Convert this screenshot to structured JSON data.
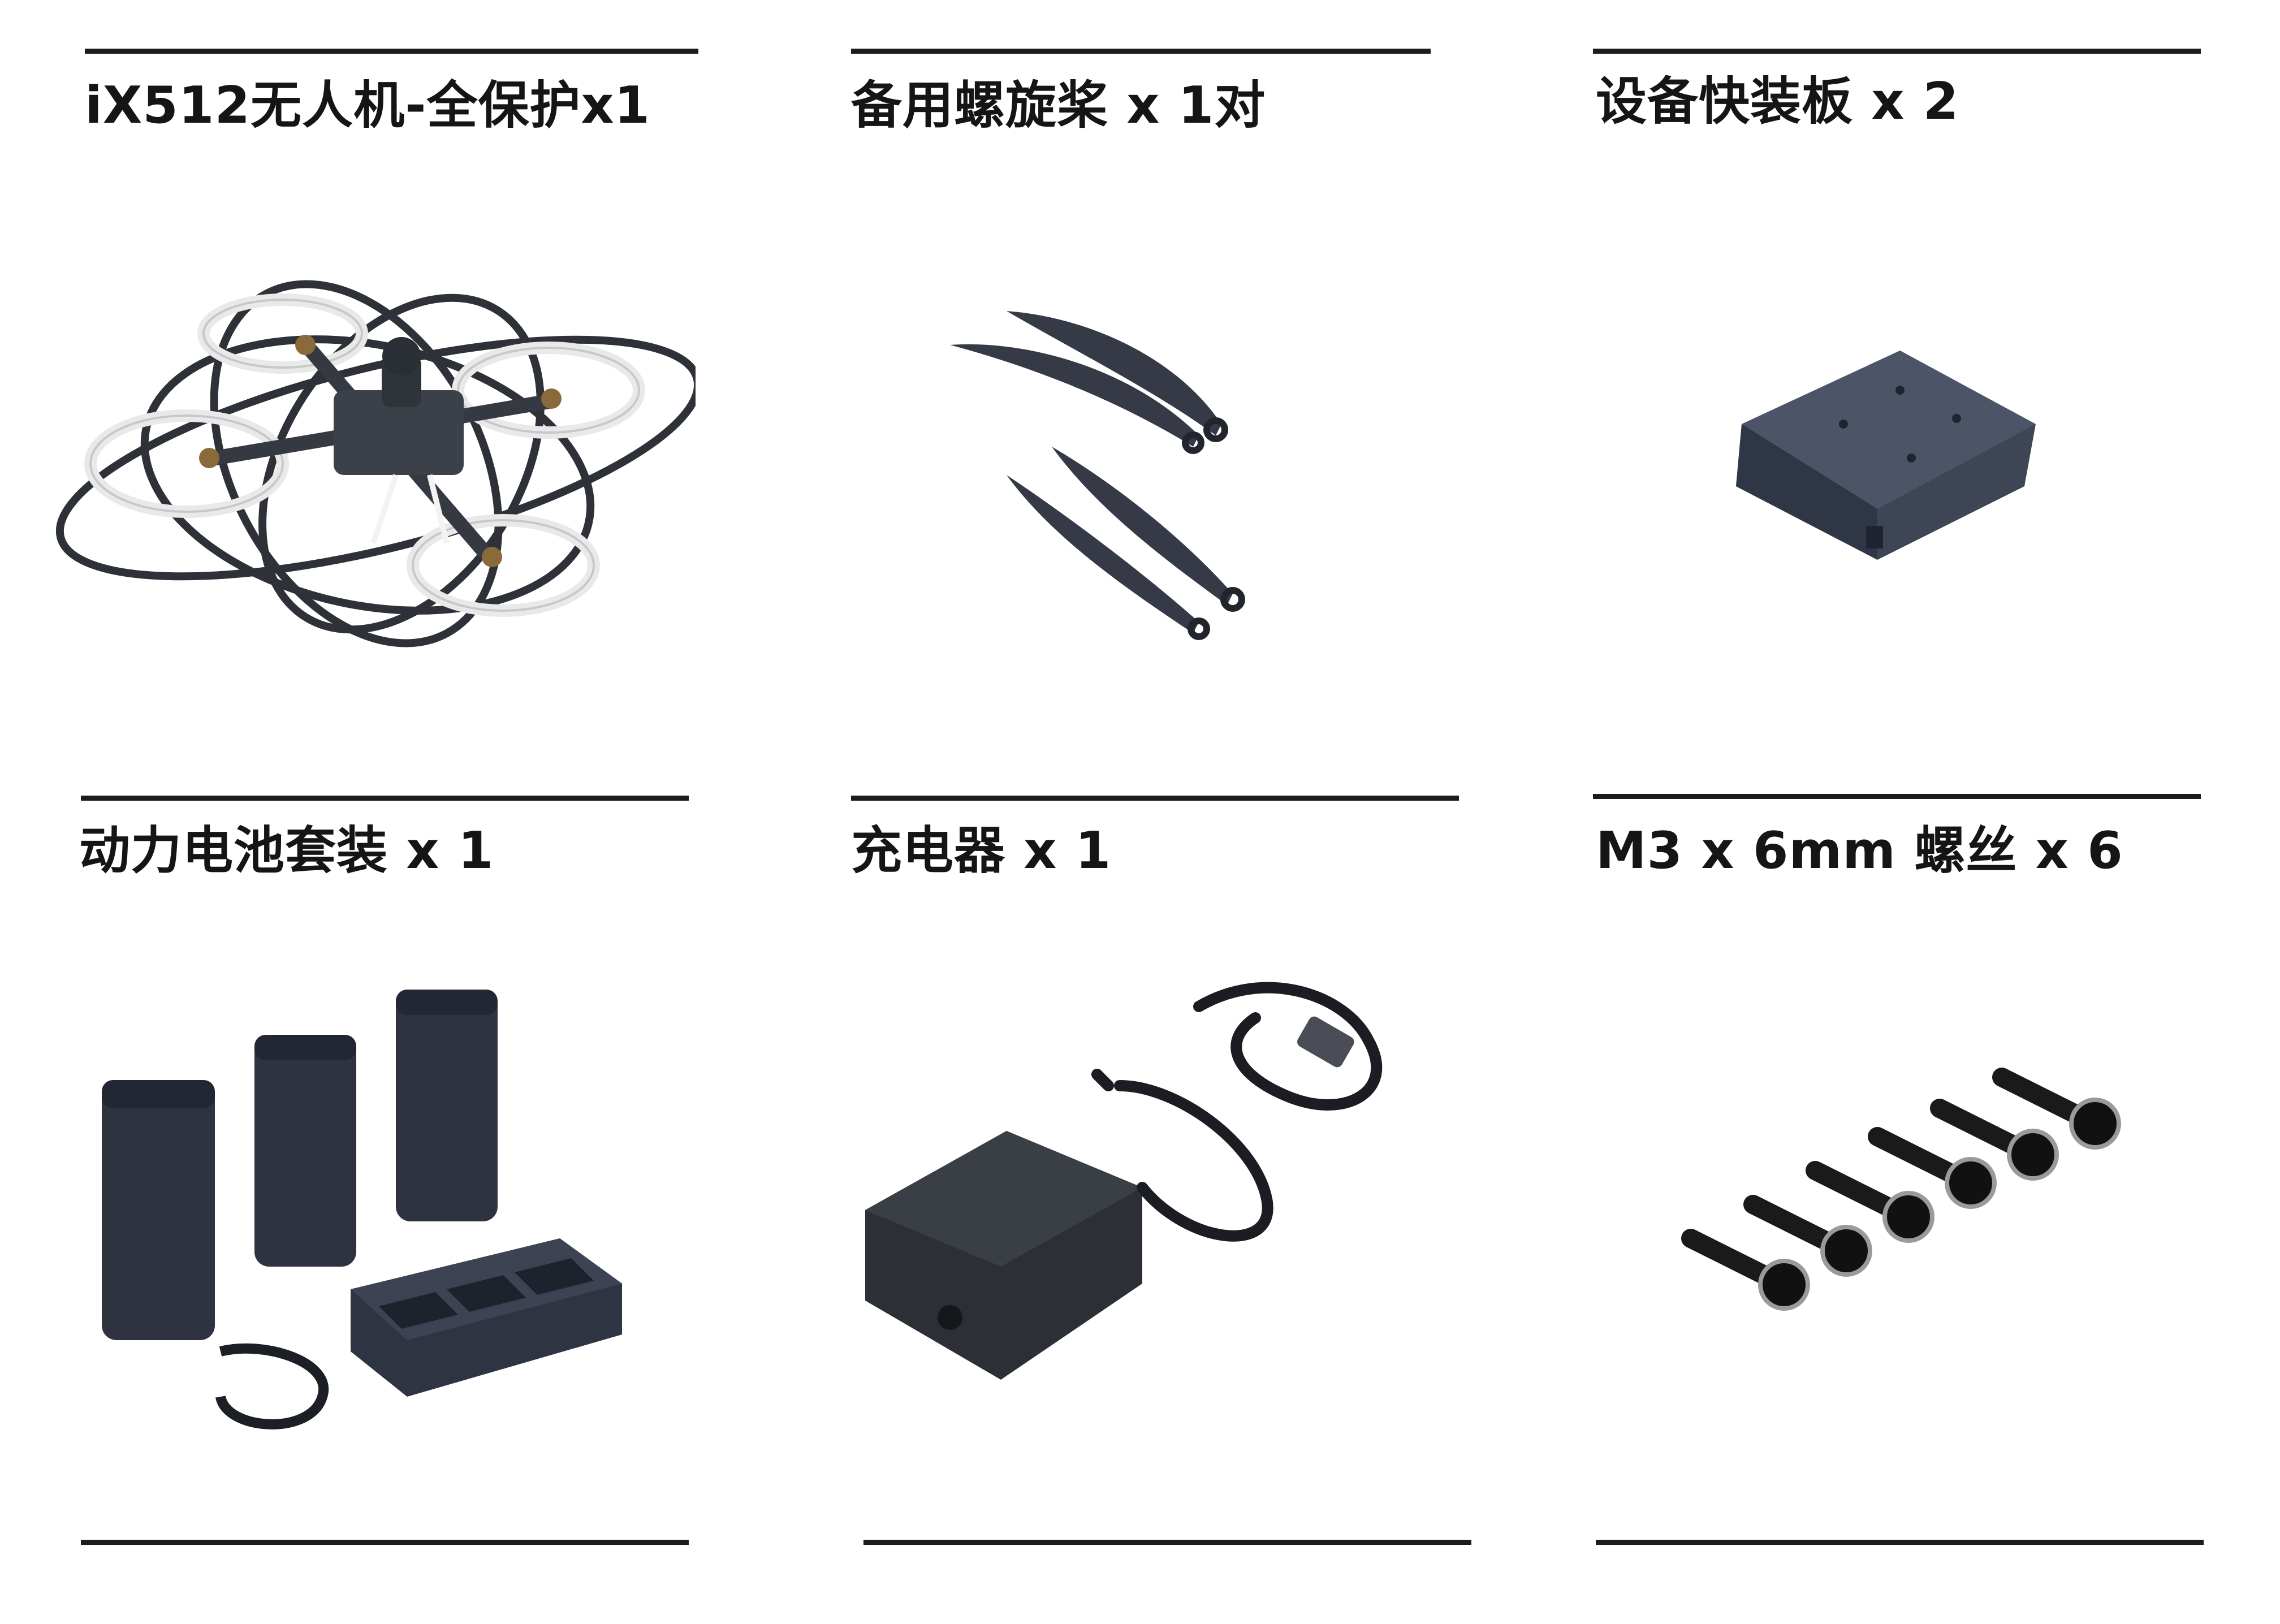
{
  "items": [
    {
      "label": "iX512无人机-全保护x1",
      "icon": "drone-with-guard-icon"
    },
    {
      "label": "备用螺旋桨 x 1对",
      "icon": "propeller-pair-icon"
    },
    {
      "label": "设备快装板 x 2",
      "icon": "mount-plate-icon"
    },
    {
      "label": "动力电池套装 x 1",
      "icon": "battery-kit-icon"
    },
    {
      "label": "充电器 x 1",
      "icon": "charger-icon"
    },
    {
      "label": "M3 x 6mm 螺丝 x 6",
      "icon": "screws-icon"
    }
  ],
  "colors": {
    "rule": "#1c1c1c",
    "product": "#3a3f48",
    "guard_white": "#f1f1f1",
    "background": "#ffffff"
  }
}
